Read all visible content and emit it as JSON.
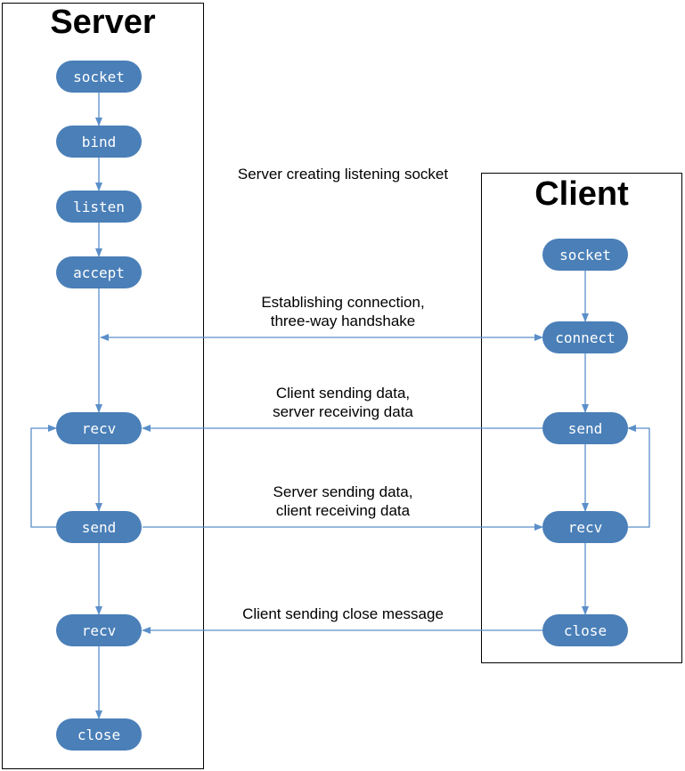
{
  "server": {
    "title": "Server",
    "nodes": [
      "socket",
      "bind",
      "listen",
      "accept",
      "recv",
      "send",
      "recv",
      "close"
    ]
  },
  "client": {
    "title": "Client",
    "nodes": [
      "socket",
      "connect",
      "send",
      "recv",
      "close"
    ]
  },
  "captions": {
    "listening": "Server creating listening socket",
    "handshake_line1": "Establishing connection,",
    "handshake_line2": "three-way handshake",
    "client_send_line1": "Client sending data,",
    "client_send_line2": "server receiving data",
    "server_send_line1": "Server sending data,",
    "server_send_line2": "client receiving data",
    "close": "Client sending close message"
  },
  "colors": {
    "node_fill": "#4a7fb8",
    "arrow": "#5b8fc9",
    "frame": "#000000"
  }
}
